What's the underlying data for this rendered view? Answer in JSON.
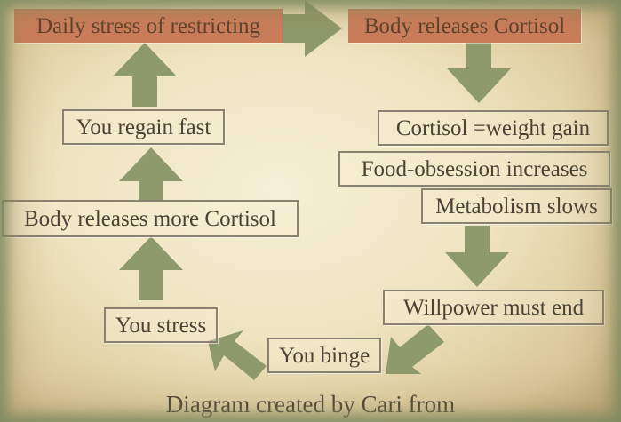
{
  "diagram": {
    "title_left": "Daily stress of restricting",
    "title_right": "Body releases Cortisol",
    "steps": {
      "cortisol_weight": "Cortisol =weight gain",
      "food_obsession": "Food-obsession increases",
      "metabolism": "Metabolism slows",
      "willpower": "Willpower must end",
      "binge": "You binge",
      "stress": "You stress",
      "more_cortisol": "Body releases more Cortisol",
      "regain": "You regain fast"
    },
    "caption": "Diagram created by Cari from",
    "colors": {
      "accent_box": "#cc7d5a",
      "arrow": "#8f9a6c",
      "text": "#4a4335",
      "paper": "#efe4c0"
    }
  }
}
